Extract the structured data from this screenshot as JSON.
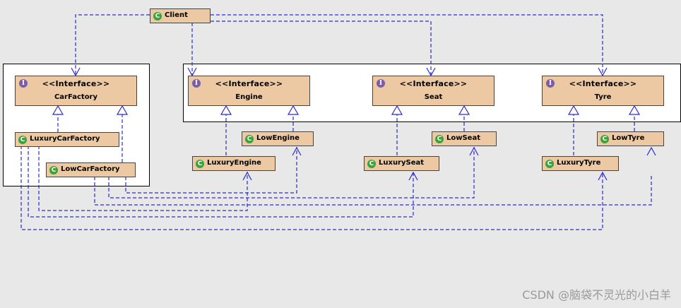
{
  "client": {
    "label": "Client"
  },
  "interfaces": {
    "stereotype": "<<Interface>>",
    "car_factory": "CarFactory",
    "engine": "Engine",
    "seat": "Seat",
    "tyre": "Tyre"
  },
  "classes": {
    "luxury_car_factory": "LuxuryCarFactory",
    "low_car_factory": "LowCarFactory",
    "low_engine": "LowEngine",
    "luxury_engine": "LuxuryEngine",
    "low_seat": "LowSeat",
    "luxury_seat": "LuxurySeat",
    "low_tyre": "LowTyre",
    "luxury_tyre": "LuxuryTyre"
  },
  "icons": {
    "interface": "I",
    "class": "C"
  },
  "colors": {
    "box_fill": "#ecc9a3",
    "connector": "#2b2bd1",
    "interface_icon": "#7a5ea8",
    "class_icon": "#3aa33a"
  },
  "watermark": "CSDN @脑袋不灵光的小白羊"
}
